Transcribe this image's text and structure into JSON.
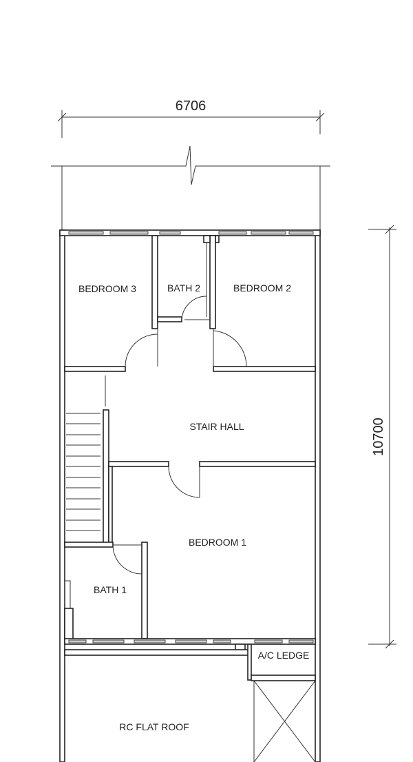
{
  "dimensions": {
    "width": "6706",
    "depth": "10700"
  },
  "rooms": {
    "bedroom3": "BEDROOM 3",
    "bath2": "BATH 2",
    "bedroom2": "BEDROOM 2",
    "stair_hall": "STAIR HALL",
    "bedroom1": "BEDROOM 1",
    "bath1": "BATH 1",
    "ac_ledge": "A/C LEDGE",
    "rc_flat_roof": "RC FLAT ROOF"
  }
}
